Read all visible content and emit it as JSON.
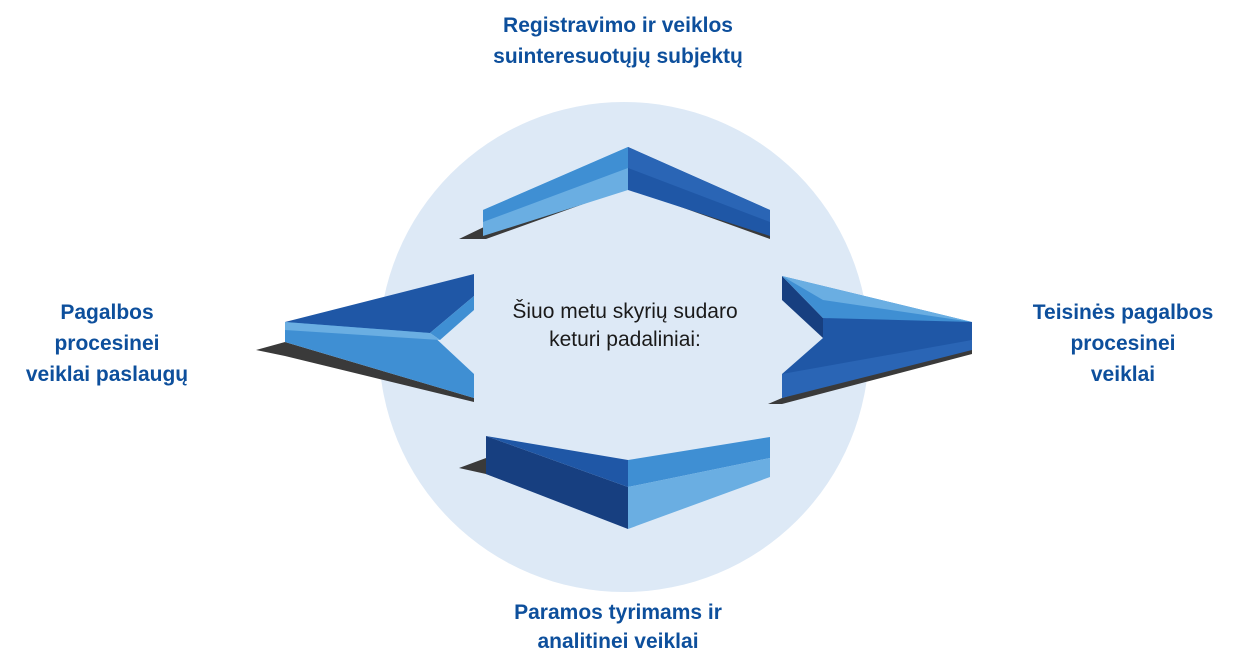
{
  "colors": {
    "circle": "#dde9f6",
    "label": "#0d4f9c",
    "center_text": "#1a1a1a",
    "arrow_light": "#6aaee2",
    "arrow_mid": "#3f8fd3",
    "arrow_dark": "#1f57a6",
    "arrow_darker": "#173f80",
    "arrow_shadow": "#3a3a3a"
  },
  "center": {
    "lines": [
      "Šiuo metu skyrių sudaro",
      "keturi padaliniai:"
    ]
  },
  "units": {
    "top": {
      "lines": [
        "Registravimo ir veiklos",
        "suinteresuotųjų subjektų"
      ]
    },
    "left": {
      "lines": [
        "Pagalbos",
        "procesinei",
        "veiklai paslaugų"
      ]
    },
    "right": {
      "lines": [
        "Teisinės pagalbos",
        "procesinei",
        "veiklai"
      ]
    },
    "bottom": {
      "lines": [
        "Paramos tyrimams ir",
        "analitinei veiklai"
      ]
    }
  }
}
